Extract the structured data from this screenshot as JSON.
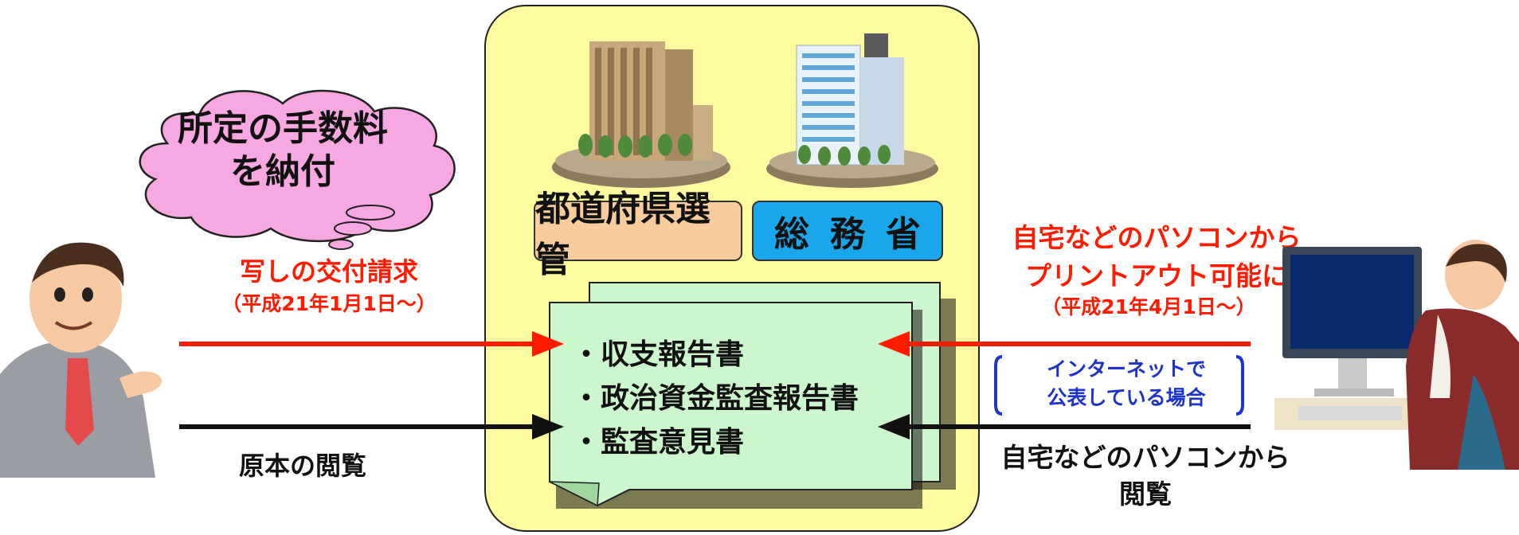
{
  "cloud": {
    "line1": "所定の手数料",
    "line2": "を納付"
  },
  "center": {
    "label_prefecture": "都道府県選管",
    "label_ministry": "総務省",
    "documents": [
      "・収支報告書",
      "・政治資金監査報告書",
      "・監査意見書"
    ]
  },
  "left": {
    "copy_request": "写しの交付請求",
    "copy_request_date": "（平成21年1月1日～）",
    "original_view": "原本の閲覧"
  },
  "right": {
    "printout_line1": "自宅などのパソコンから",
    "printout_line2": "プリントアウト可能に",
    "printout_date": "（平成21年4月1日～）",
    "internet_line1": "インターネットで",
    "internet_line2": "公表している場合",
    "view_line1": "自宅などのパソコンから",
    "view_line2": "閲覧"
  },
  "icons": [
    "person-left-icon",
    "person-at-computer-icon",
    "office-building-icon",
    "ministry-building-icon",
    "thought-cloud-icon",
    "document-stack-icon"
  ],
  "colors": {
    "panel": "#fefaa0",
    "red": "#ff1a00",
    "blue": "#1f33c8",
    "doc": "#ccf7cc",
    "cloud": "#f7a8e0"
  }
}
